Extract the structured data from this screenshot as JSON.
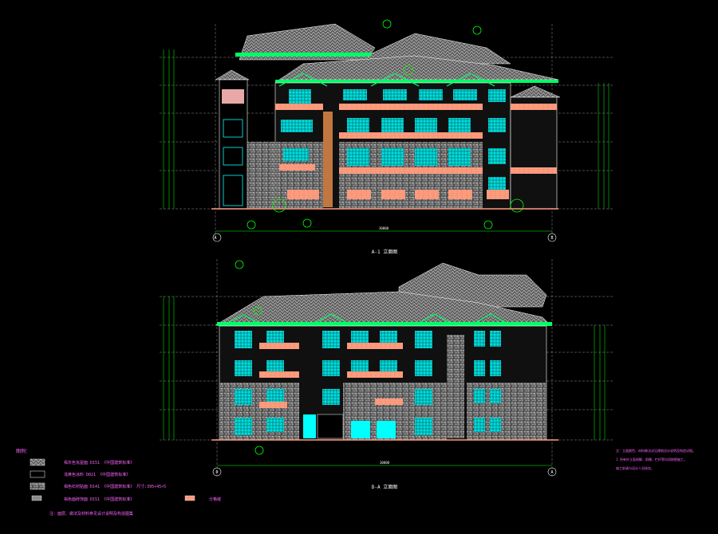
{
  "drawing": {
    "colors": {
      "background": "#000000",
      "linework": "#ffffff",
      "roof": "#8b8b8b",
      "wall_stone": "#7a7a7a",
      "brick": "#ff9e80",
      "window": "#00ffff",
      "trim": "#00ff66",
      "dimension": "#00ff00",
      "axis": "#ffff66",
      "note": "#ff66ff"
    },
    "top_elevation": {
      "caption": "A-1 立面图",
      "axis_left": "A",
      "axis_right": "B",
      "total_dim": "30800"
    },
    "bottom_elevation": {
      "caption": "D-A 立面图",
      "axis_left": "D",
      "axis_right": "A",
      "total_dim": "30800"
    },
    "legend": {
      "title": "图例：",
      "items": [
        {
          "text": "褐灰色瓦屋面  D151  《中国建筑标准》",
          "icon": "roof-swatch-icon"
        },
        {
          "text": "浅黄色涂料  D021  《中国建筑标准》",
          "icon": "paint-swatch-icon"
        },
        {
          "text": "褐色石材贴面  D141  《中国建筑标准》 尺寸:395×45×5",
          "icon": "stone-swatch-icon"
        },
        {
          "text": "褐色面砖饰面  D151  《中国建筑标准》",
          "icon": "tile-swatch-icon",
          "extra": "分格缝"
        }
      ],
      "footnote": "注：面层、做法及材料参见设计说明及构造图集"
    },
    "notes": [
      "注：立面颜色、材料做法详见建筑设计说明及构造详图。",
      "1 所有外立面线脚、雨棚、栏杆等均须按图施工。",
      "施工前请与设计人员核实。"
    ]
  }
}
